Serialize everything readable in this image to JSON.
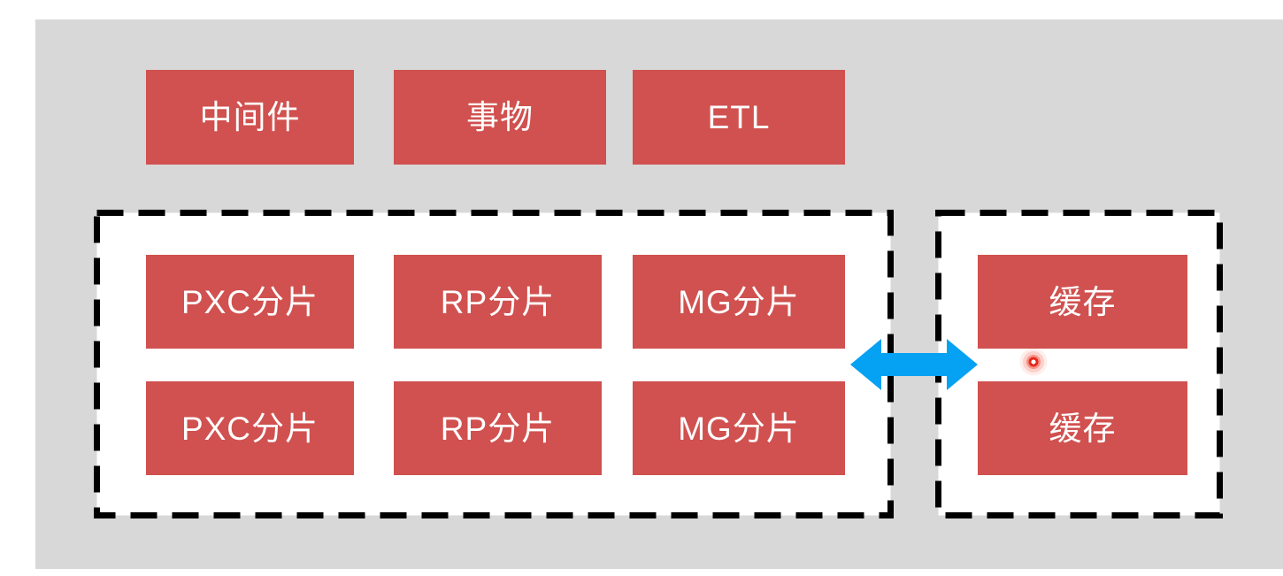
{
  "diagram": {
    "top_boxes": [
      {
        "label": "中间件"
      },
      {
        "label": "事物"
      },
      {
        "label": "ETL"
      }
    ],
    "shard_cluster": {
      "rows": [
        [
          {
            "label": "PXC分片"
          },
          {
            "label": "RP分片"
          },
          {
            "label": "MG分片"
          }
        ],
        [
          {
            "label": "PXC分片"
          },
          {
            "label": "RP分片"
          },
          {
            "label": "MG分片"
          }
        ]
      ]
    },
    "cache_cluster": {
      "boxes": [
        {
          "label": "缓存"
        },
        {
          "label": "缓存"
        }
      ]
    },
    "icons": {
      "arrow": "double-headed-horizontal-arrow",
      "pointer": "click-indicator-dot"
    }
  },
  "colors": {
    "page_background": "#ffffff",
    "panel_background": "#d8d8d8",
    "box_fill": "#d0514f",
    "box_text": "#ffffff",
    "cluster_background": "#ffffff",
    "cluster_border": "#000000",
    "arrow_fill": "#05a1f3",
    "pointer_dot": "#e8291c"
  }
}
